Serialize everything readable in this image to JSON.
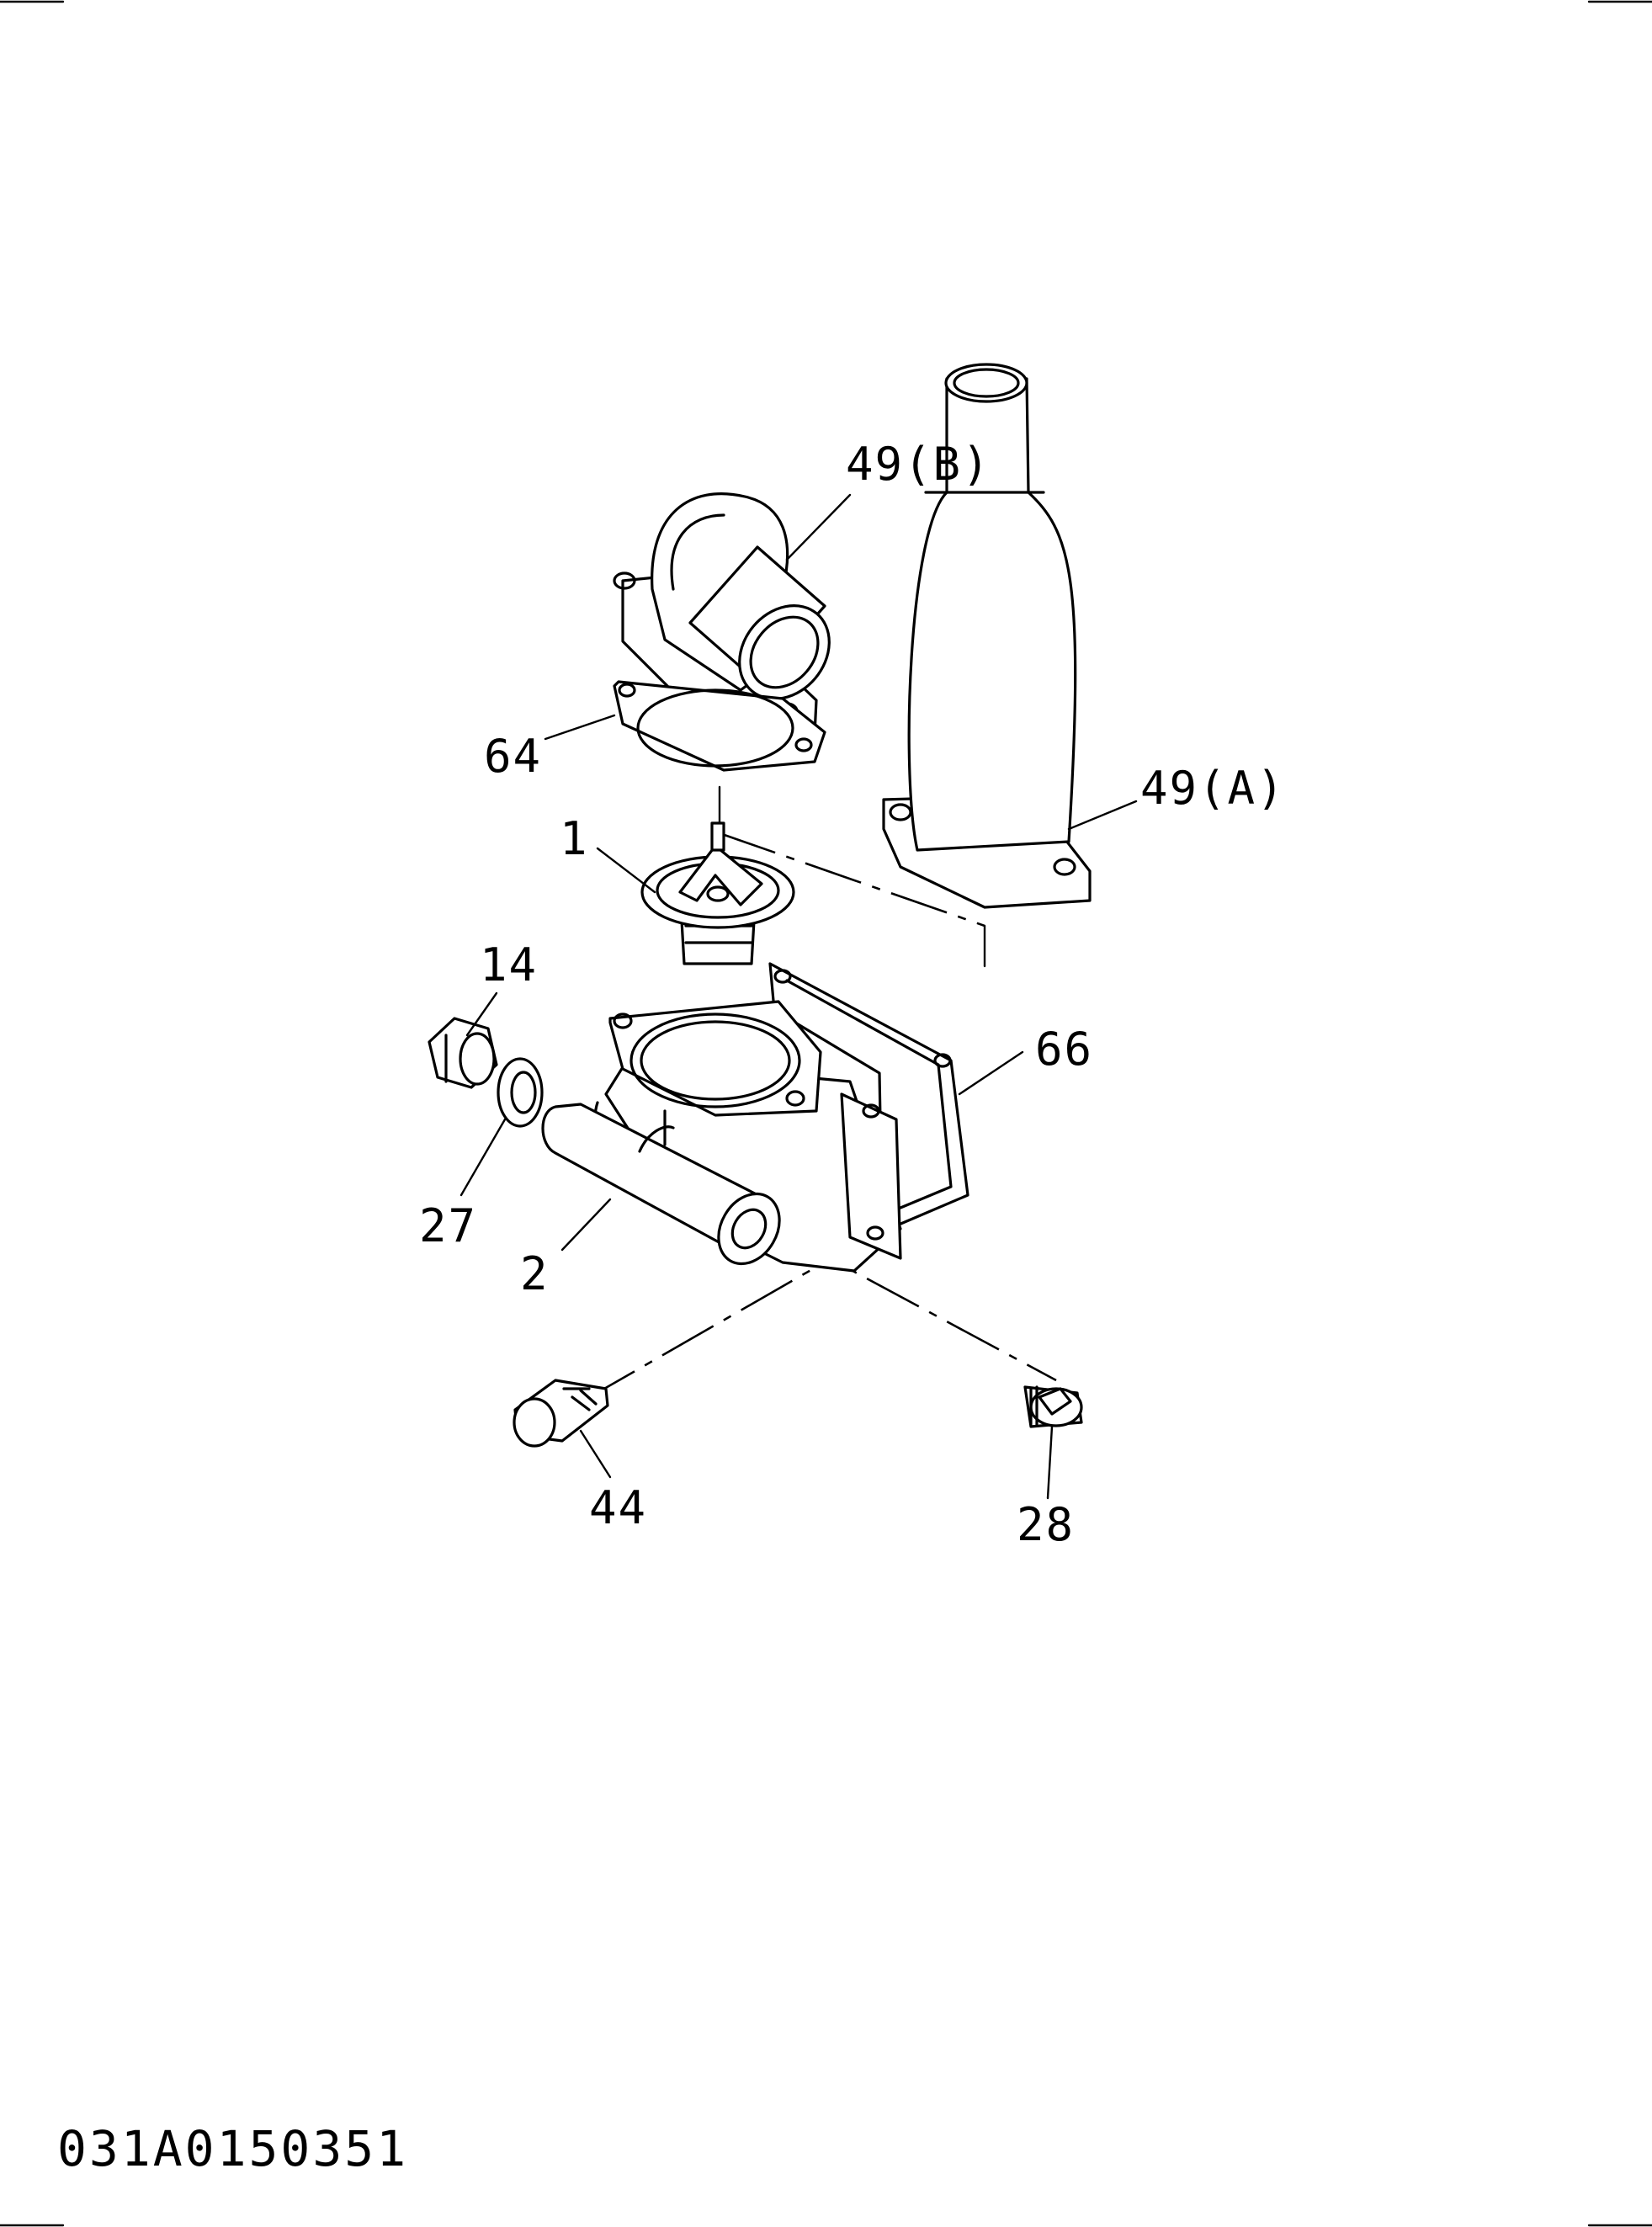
{
  "diagram": {
    "part_labels": {
      "p49b": "49(B)",
      "p64": "64",
      "p49a": "49(A)",
      "p1": "1",
      "p14": "14",
      "p66": "66",
      "p27": "27",
      "p2": "2",
      "p44": "44",
      "p28": "28"
    },
    "drawing_code": "031A0150351"
  }
}
